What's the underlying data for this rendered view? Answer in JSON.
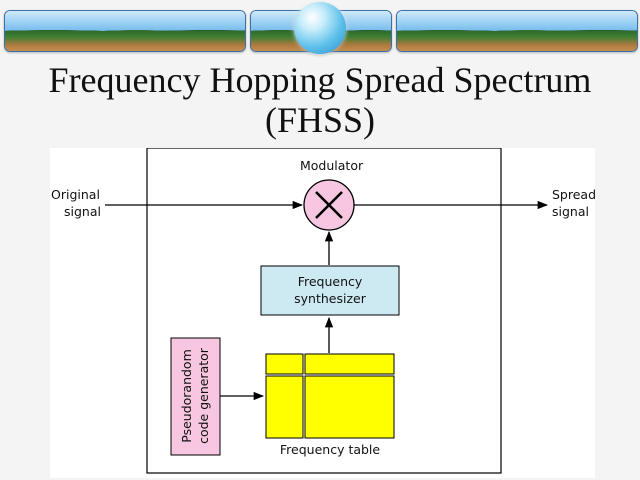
{
  "title": {
    "line1": "Frequency Hopping Spread Spectrum",
    "line2": "(FHSS)"
  },
  "diagram": {
    "input_label_line1": "Original",
    "input_label_line2": "signal",
    "output_label_line1": "Spread",
    "output_label_line2": "signal",
    "modulator_label": "Modulator",
    "synthesizer_line1": "Frequency",
    "synthesizer_line2": "synthesizer",
    "generator_line1": "Pseudorandom",
    "generator_line2": "code generator",
    "table_label": "Frequency table",
    "colors": {
      "modulator_fill": "#f7c6e0",
      "synthesizer_fill": "#cdeaf3",
      "generator_fill": "#f7c6e0",
      "table_fill": "#ffff00"
    }
  }
}
